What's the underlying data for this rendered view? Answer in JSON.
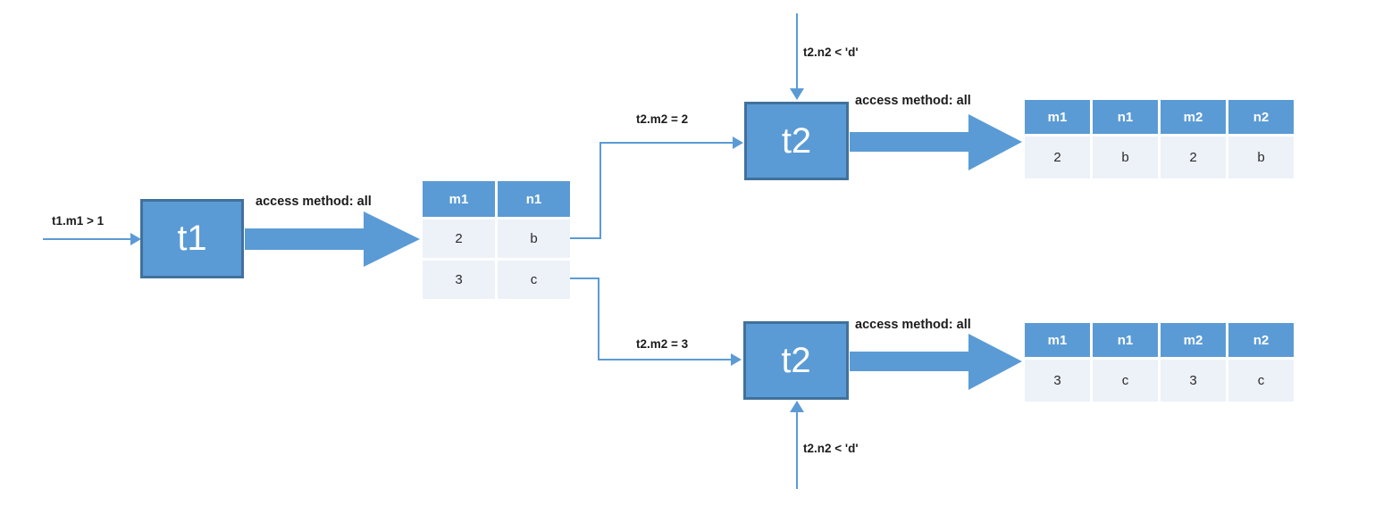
{
  "colors": {
    "accent": "#5B9BD5",
    "box_border": "#41719C",
    "row_fill": "#EDF1F8",
    "label_text": "#1c1c1c"
  },
  "t1": {
    "box_label": "t1",
    "filter_label": "t1.m1 > 1",
    "access_label": "access method: all"
  },
  "scan_result": {
    "headers": [
      "m1",
      "n1"
    ],
    "rows": [
      [
        "2",
        "b"
      ],
      [
        "3",
        "c"
      ]
    ]
  },
  "branch_top": {
    "join_label": "t2.m2 = 2",
    "box_label": "t2",
    "filter_label": "t2.n2 < 'd'",
    "access_label": "access method: all",
    "result": {
      "headers": [
        "m1",
        "n1",
        "m2",
        "n2"
      ],
      "rows": [
        [
          "2",
          "b",
          "2",
          "b"
        ]
      ]
    }
  },
  "branch_bottom": {
    "join_label": "t2.m2 = 3",
    "box_label": "t2",
    "filter_label": "t2.n2 < 'd'",
    "access_label": "access method: all",
    "result": {
      "headers": [
        "m1",
        "n1",
        "m2",
        "n2"
      ],
      "rows": [
        [
          "3",
          "c",
          "3",
          "c"
        ]
      ]
    }
  }
}
